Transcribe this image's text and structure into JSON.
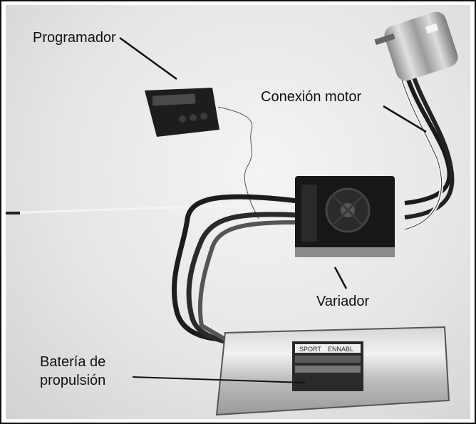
{
  "labels": {
    "programmer": "Programador",
    "motor_connection": "Conexión motor",
    "speed_controller": "Variador",
    "battery_line1": "Batería de",
    "battery_line2": "propulsión"
  },
  "battery_print": {
    "brand": "SPORT",
    "model": "ENNABL"
  },
  "colors": {
    "background": "#e8e8e8",
    "cable": "#1a1a1a",
    "label_text": "#111111"
  }
}
